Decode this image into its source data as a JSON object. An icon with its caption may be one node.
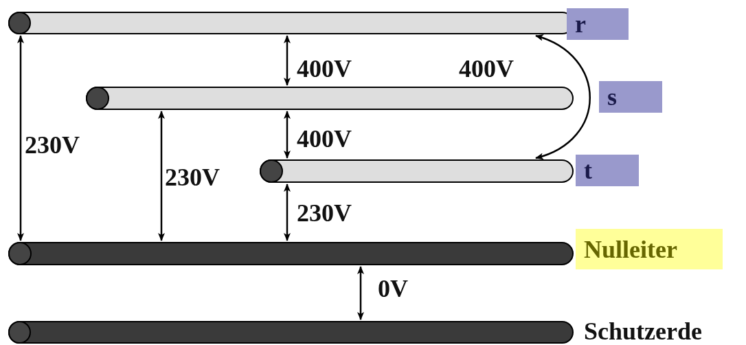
{
  "diagram": {
    "nodes": [
      {
        "text": [
          "r"
        ]
      },
      {
        "text": [
          "s"
        ]
      },
      {
        "text": [
          "t"
        ]
      },
      {
        "text": [
          "Nulleiter"
        ]
      },
      {
        "text": [
          "Schutzerde"
        ]
      }
    ],
    "edges": [
      {
        "from": 0,
        "to": 3,
        "arrow": "both",
        "label": "230V"
      },
      {
        "from": 0,
        "to": 1,
        "arrow": "both",
        "label": "400V"
      },
      {
        "from": 0,
        "to": 2,
        "arrow": "both",
        "label": "400V"
      },
      {
        "from": 1,
        "to": 3,
        "arrow": "both",
        "label": "230V"
      },
      {
        "from": 1,
        "to": 2,
        "arrow": "both",
        "label": "400V"
      },
      {
        "from": 2,
        "to": 3,
        "arrow": "both",
        "label": "230V"
      },
      {
        "from": 3,
        "to": 4,
        "arrow": "both",
        "label": "0V"
      }
    ]
  }
}
